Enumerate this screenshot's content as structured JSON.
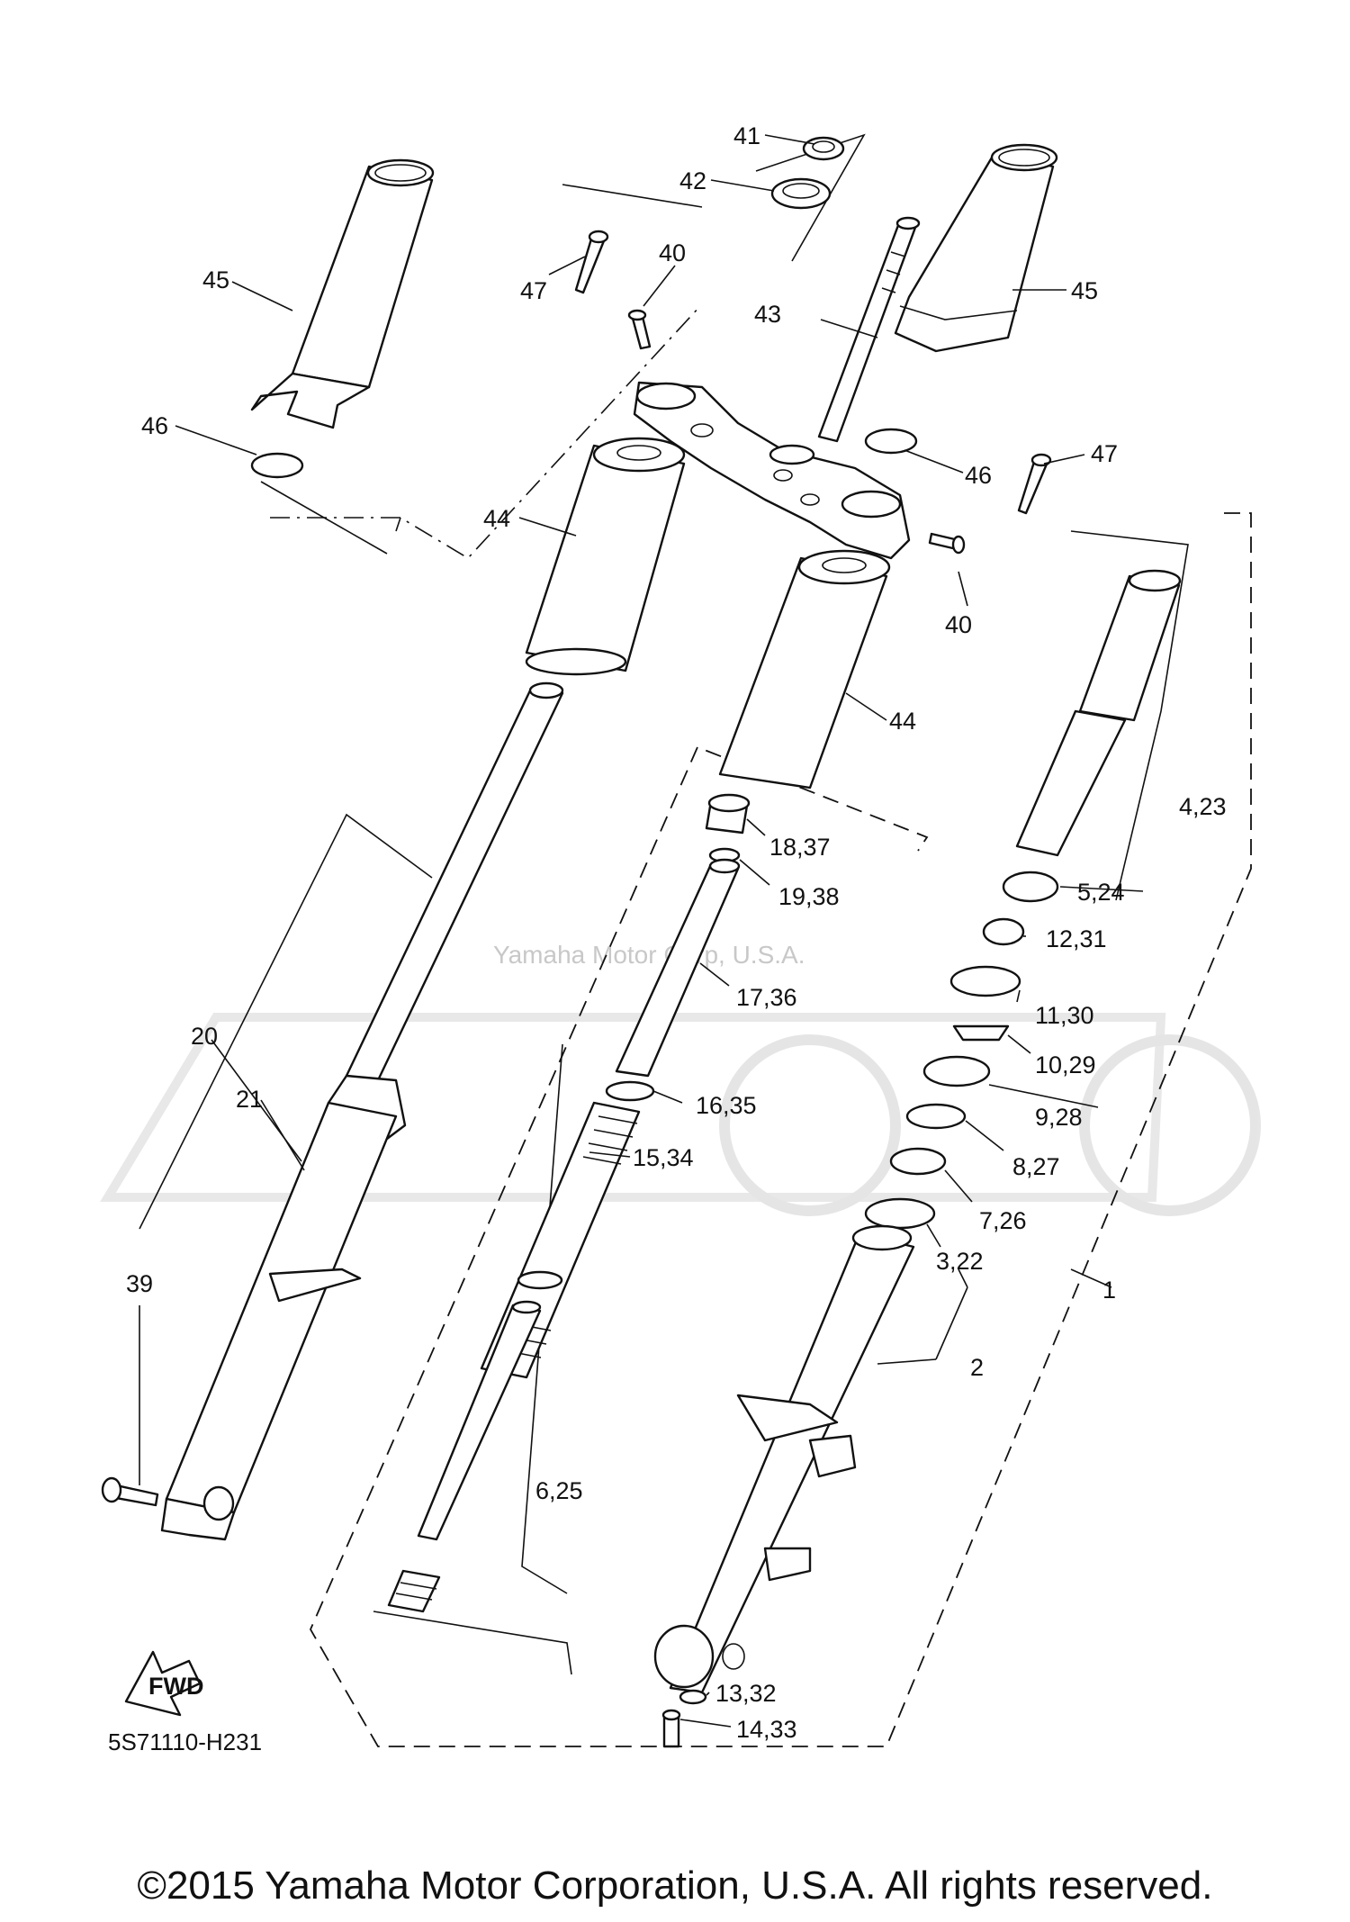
{
  "diagram": {
    "watermark": "Yamaha Motor Corp, U.S.A.",
    "code": "5S71110-H231",
    "fwd_badge": "FWD",
    "copyright": "©2015 Yamaha Motor Corporation, U.S.A. All rights reserved.",
    "callouts": {
      "c41": "41",
      "c42": "42",
      "c40a": "40",
      "c47a": "47",
      "c45a": "45",
      "c45b": "45",
      "c43": "43",
      "c46a": "46",
      "c46b": "46",
      "c47b": "47",
      "c44a": "44",
      "c40b": "40",
      "c44b": "44",
      "c4_23": "4,23",
      "c18_37": "18,37",
      "c19_38": "19,38",
      "c5_24": "5,24",
      "c12_31": "12,31",
      "c17_36": "17,36",
      "c11_30": "11,30",
      "c20": "20",
      "c10_29": "10,29",
      "c21": "21",
      "c16_35": "16,35",
      "c9_28": "9,28",
      "c15_34": "15,34",
      "c8_27": "8,27",
      "c7_26": "7,26",
      "c3_22": "3,22",
      "c39": "39",
      "c1": "1",
      "c2": "2",
      "c6_25": "6,25",
      "c13_32": "13,32",
      "c14_33": "14,33"
    }
  }
}
